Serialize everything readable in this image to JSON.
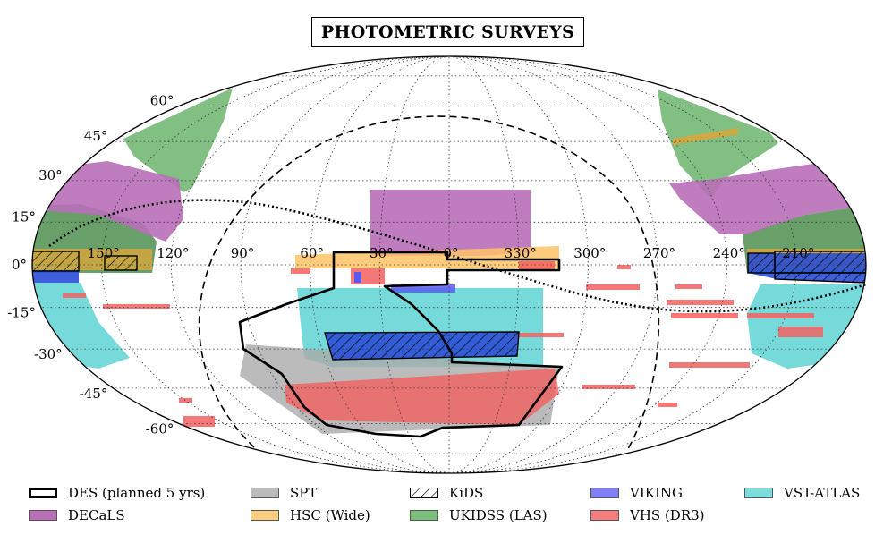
{
  "chart_data": {
    "type": "map",
    "projection": "Mollweide (equatorial, RA/Dec)",
    "title": "PHOTOMETRIC SURVEYS",
    "ra_tick_labels": [
      "150°",
      "120°",
      "90°",
      "60°",
      "30°",
      "0°",
      "330°",
      "300°",
      "270°",
      "240°",
      "210°"
    ],
    "dec_tick_labels": [
      "60°",
      "45°",
      "30°",
      "15°",
      "0°",
      "-15°",
      "-30°",
      "-45°",
      "-60°"
    ],
    "grid": true,
    "overlays": [
      "galactic plane (dotted)",
      "ecliptic (dashed)"
    ],
    "legend_position": "bottom",
    "series": [
      {
        "name": "DES (planned 5 yrs)",
        "style": "outline",
        "color": "#000000"
      },
      {
        "name": "DECaLS",
        "color": "#b86fb8"
      },
      {
        "name": "SPT",
        "color": "#aaaaaa"
      },
      {
        "name": "HSC (Wide)",
        "color": "#ffc266"
      },
      {
        "name": "KiDS",
        "style": "hatched",
        "color": "#000000"
      },
      {
        "name": "UKIDSS (LAS)",
        "color": "#6cb46c"
      },
      {
        "name": "VIKING",
        "color": "#5a5af0"
      },
      {
        "name": "VHS (DR3)",
        "color": "#f26060"
      },
      {
        "name": "VST-ATLAS",
        "color": "#5fd4d4"
      }
    ]
  }
}
